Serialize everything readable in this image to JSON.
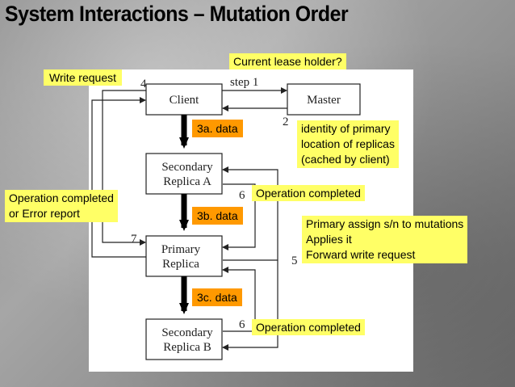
{
  "slide": {
    "title_part1": "System Interactions",
    "title_sep": " – ",
    "title_part2": "Mutation Order"
  },
  "nodes": {
    "client": "Client",
    "master": "Master",
    "secondary_a_line1": "Secondary",
    "secondary_a_line2": "Replica A",
    "primary_line1": "Primary",
    "primary_line2": "Replica",
    "secondary_b_line1": "Secondary",
    "secondary_b_line2": "Replica B"
  },
  "steps": {
    "step1": "step 1",
    "n2": "2",
    "n4": "4",
    "n5": "5",
    "n6a": "6",
    "n6b": "6",
    "n7": "7"
  },
  "callouts": {
    "current_lease_holder": "Current lease holder?",
    "write_request": "Write request",
    "identity_line1": "identity of primary",
    "identity_line2": "location of replicas",
    "identity_line3": "(cached by client)",
    "op_completed_error_line1": "Operation completed",
    "op_completed_error_line2": "or Error report",
    "op_completed_a": "Operation completed",
    "op_completed_b": "Operation completed",
    "primary_assign_line1": "Primary assign s/n to mutations",
    "primary_assign_line2": "Applies it",
    "primary_assign_line3": "Forward write request"
  },
  "data_tags": {
    "a": "3a. data",
    "b": "3b. data",
    "c": "3c. data"
  },
  "colors": {
    "callout": "#ffff66",
    "data_tag": "#ff9900"
  }
}
